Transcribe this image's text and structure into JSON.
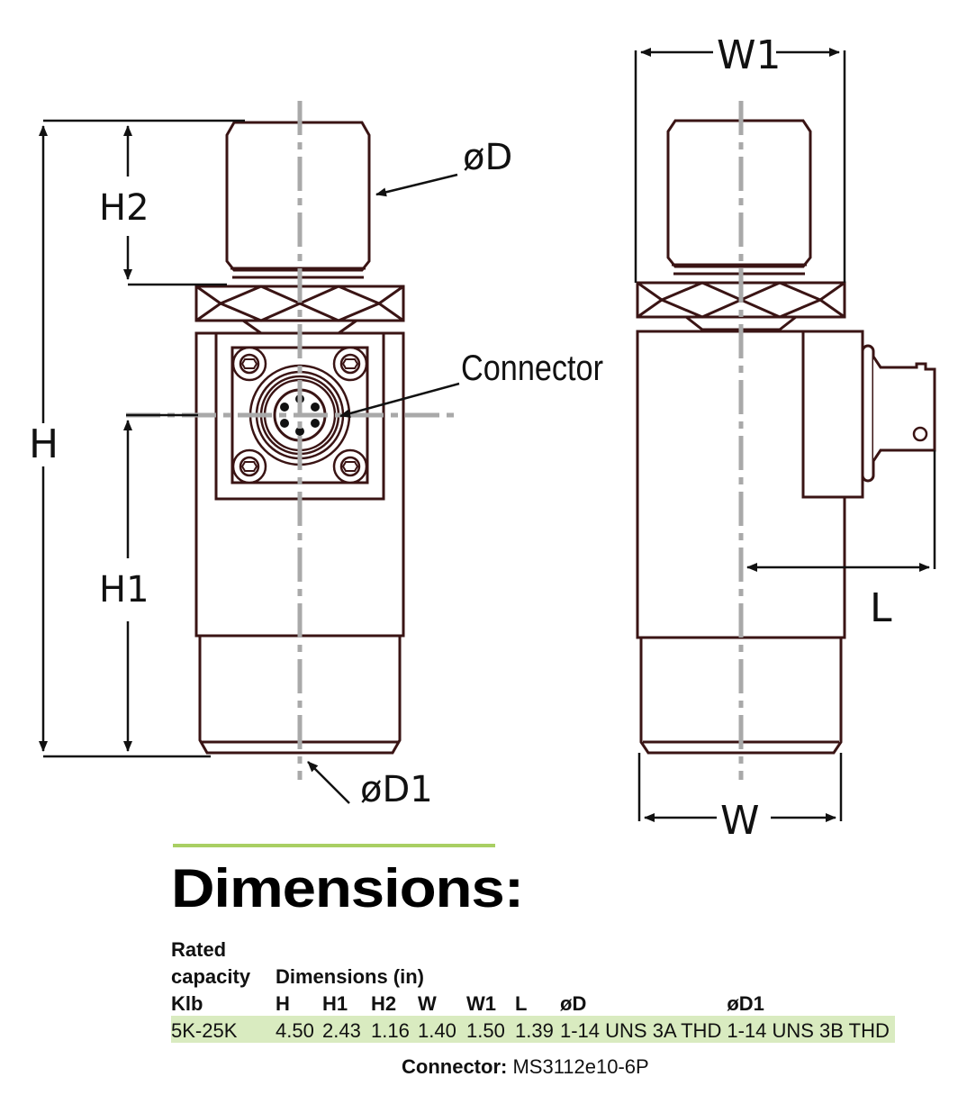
{
  "drawing": {
    "labels": {
      "H": "H",
      "H1": "H1",
      "H2": "H2",
      "D": "øD",
      "D1": "øD1",
      "connector": "Connector",
      "W1": "W1",
      "W": "W",
      "L": "L"
    },
    "colors": {
      "outline": "#3a1414",
      "centerline": "#a9a9a9",
      "dim": "#111111"
    }
  },
  "dimensions": {
    "title": "Dimensions:",
    "accent": "#a9cf63",
    "row_highlight": "#d9ebc0",
    "header_line1": "Rated",
    "header_line2": "capacity",
    "header_group": "Dimensions (in)",
    "columns": [
      "Klb",
      "H",
      "H1",
      "H2",
      "W",
      "W1",
      "L",
      "øD",
      "øD1"
    ],
    "rows": [
      [
        "5K-25K",
        "4.50",
        "2.43",
        "1.16",
        "1.40",
        "1.50",
        "1.39",
        "1-14 UNS 3A THD",
        "1-14 UNS 3B THD"
      ]
    ],
    "connector_label": "Connector:",
    "connector_value": "MS3112e10-6P"
  }
}
